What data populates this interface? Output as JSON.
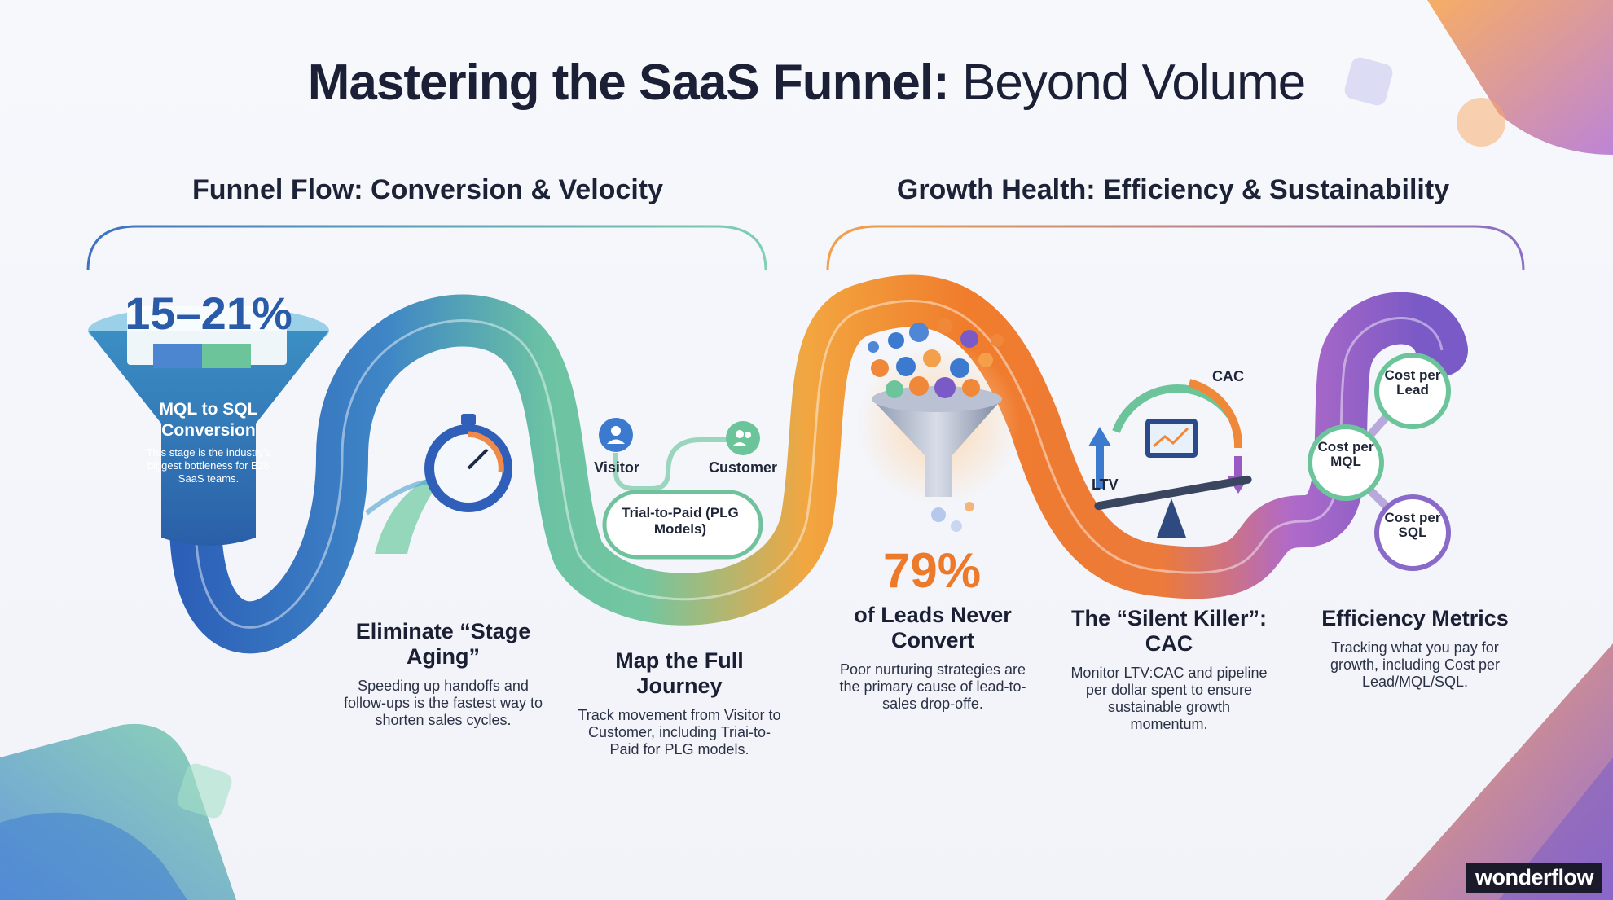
{
  "title": {
    "bold": "Mastering the SaaS Funnel:",
    "light": "Beyond Volume"
  },
  "sections": {
    "left": "Funnel Flow: Conversion & Velocity",
    "right": "Growth Health: Efficiency & Sustainability"
  },
  "funnel": {
    "stat": "15–21%",
    "heading": "MQL to SQL Conversion",
    "body": "This stage is the industry's biggest bottleness for B26 SaaS teams."
  },
  "stage_aging": {
    "heading": "Eliminate “Stage Aging”",
    "body": "Speeding up handoffs and follow-ups is the fastest way to shorten sales cycles."
  },
  "journey": {
    "visitor": "Visitor",
    "customer": "Customer",
    "pill": "Trial-to-Paid (PLG Models)",
    "heading": "Map the Full Journey",
    "body": "Track movement from Visitor to Customer, including Triai-to-Paid for PLG models."
  },
  "leads": {
    "stat": "79%",
    "heading": "of Leads Never Convert",
    "body": "Poor nurturing strategies are the primary cause of lead-to-sales drop-offe."
  },
  "cac": {
    "ltv_label": "LTV",
    "cac_label": "CAC",
    "heading": "The “Silent Killer”: CAC",
    "body": "Monitor LTV:CAC and pipeline per dollar spent to ensure sustainable growth momentum."
  },
  "efficiency": {
    "nodes": [
      "Cost per Lead",
      "Cost per MQL",
      "Cost per SQL"
    ],
    "heading": "Efficiency Metrics",
    "body": "Tracking what you pay for growth, including Cost per Lead/MQL/SQL."
  },
  "brand": "wonderflow",
  "colors": {
    "blue": "#3d74c4",
    "green": "#62c39a",
    "orange": "#f28a2e",
    "purple": "#7c5cc4",
    "stat_blue": "#2a5ba8",
    "stat_orange": "#ec7a2a"
  }
}
